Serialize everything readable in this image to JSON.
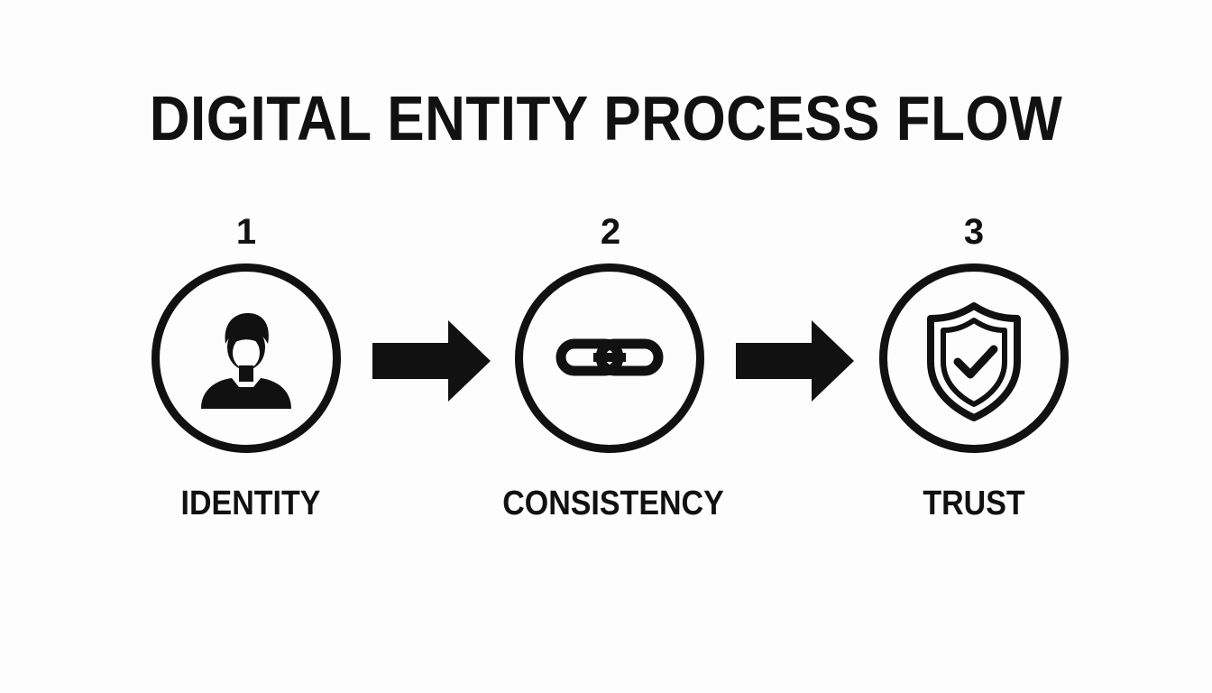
{
  "title": "DIGITAL ENTITY PROCESS FLOW",
  "colors": {
    "ink": "#111111",
    "background": "#fdfdfd"
  },
  "steps": [
    {
      "number": "1",
      "label": "IDENTITY",
      "icon": "user-icon"
    },
    {
      "number": "2",
      "label": "CONSISTENCY",
      "icon": "chain-link-icon"
    },
    {
      "number": "3",
      "label": "TRUST",
      "icon": "shield-check-icon"
    }
  ],
  "connectors": [
    "arrow-right-icon",
    "arrow-right-icon"
  ]
}
